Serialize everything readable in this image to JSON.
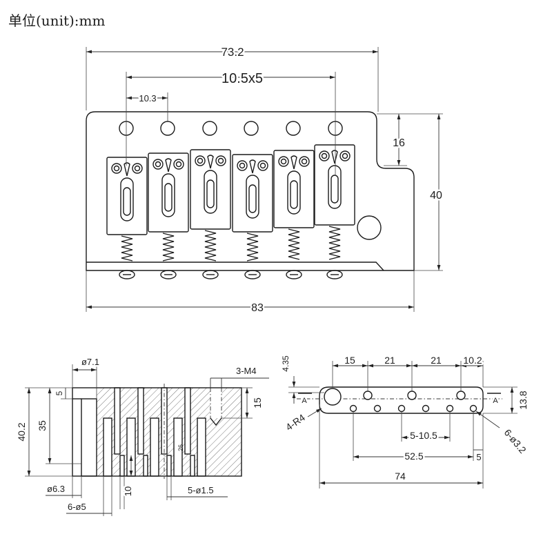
{
  "header": {
    "unit_label": "单位(unit):mm"
  },
  "front_view": {
    "dim_hole_span": "73.2",
    "dim_saddle_spacing": "10.5x5",
    "dim_first_hole_offset": "10.3",
    "dim_notch_height": "16",
    "dim_height": "40",
    "dim_width": "83"
  },
  "side_view": {
    "dim_top_bore": "ø7.1",
    "dim_thread": "3-M4",
    "dim_top_lip": "5",
    "dim_bore_depth": "35",
    "dim_block_height": "40.2",
    "dim_thread_depth": "15",
    "dim_slot_depth": "26",
    "dim_bottom_slot": "10",
    "dim_bottom_bore": "ø6.3",
    "dim_string_holes": "6-ø5",
    "dim_small_holes": "5-ø1.5"
  },
  "top_view": {
    "dim_edge_offset": "4.35",
    "dim_spacing_1": "15",
    "dim_spacing_2": "21",
    "dim_spacing_3": "21",
    "dim_spacing_4": "10.2",
    "section_mark_left": "A",
    "section_mark_right": "A",
    "dim_plate_depth": "13.8",
    "dim_corner_radius": "4-R4",
    "dim_hole_pitch": "5-10.5",
    "dim_hole_span": "52.5",
    "dim_hole_offset": "5",
    "dim_plate_length": "74",
    "dim_hole_dia": "6-ø3.2"
  }
}
